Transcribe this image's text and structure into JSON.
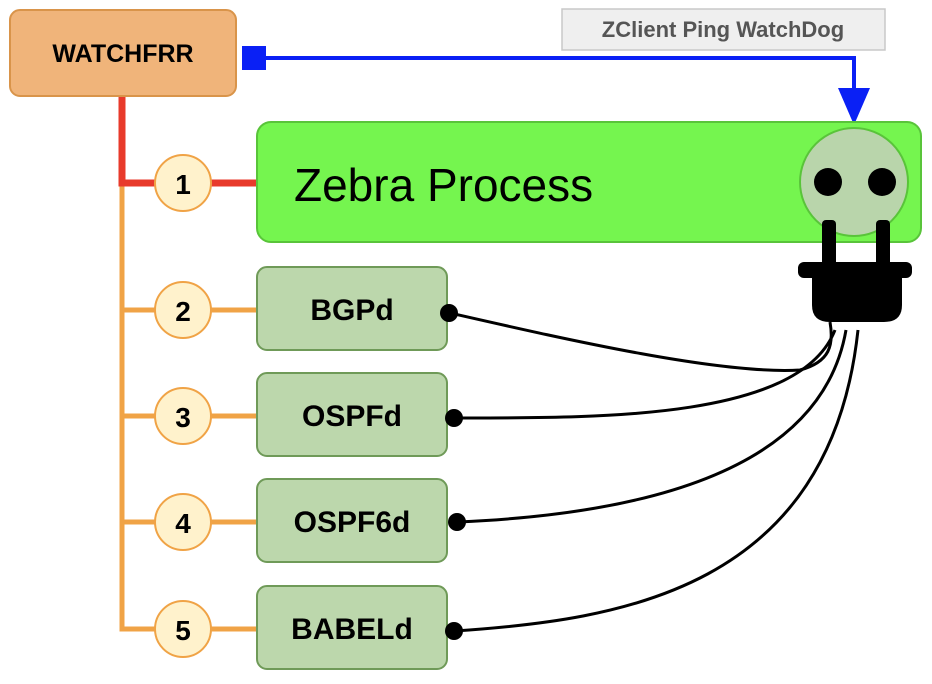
{
  "watchfrr": {
    "label": "WATCHFRR"
  },
  "watchdog": {
    "label": "ZClient Ping WatchDog"
  },
  "zebra": {
    "label": "Zebra Process"
  },
  "daemons": [
    {
      "number": "2",
      "label": "BGPd"
    },
    {
      "number": "3",
      "label": "OSPFd"
    },
    {
      "number": "4",
      "label": "OSPF6d"
    },
    {
      "number": "5",
      "label": "BABELd"
    }
  ],
  "zebra_number": "1",
  "icons": {
    "socket": "power-socket-icon",
    "plug": "power-plug-icon"
  },
  "colors": {
    "watchfrr_fill": "#f0b47a",
    "watchfrr_stroke": "#d9944a",
    "zebra_fill": "#75f54f",
    "zebra_stroke": "#59c43a",
    "daemon_fill": "#bcd7ac",
    "daemon_stroke": "#6f9a58",
    "red_line": "#e83a2b",
    "orange_line": "#f0a346",
    "blue_arrow": "#0a20f5",
    "number_fill": "#fff2cc",
    "number_stroke": "#f0a346",
    "socket_fill": "#b9d5ab",
    "watchdog_fill": "#efefef",
    "watchdog_stroke": "#c8c8c8"
  }
}
